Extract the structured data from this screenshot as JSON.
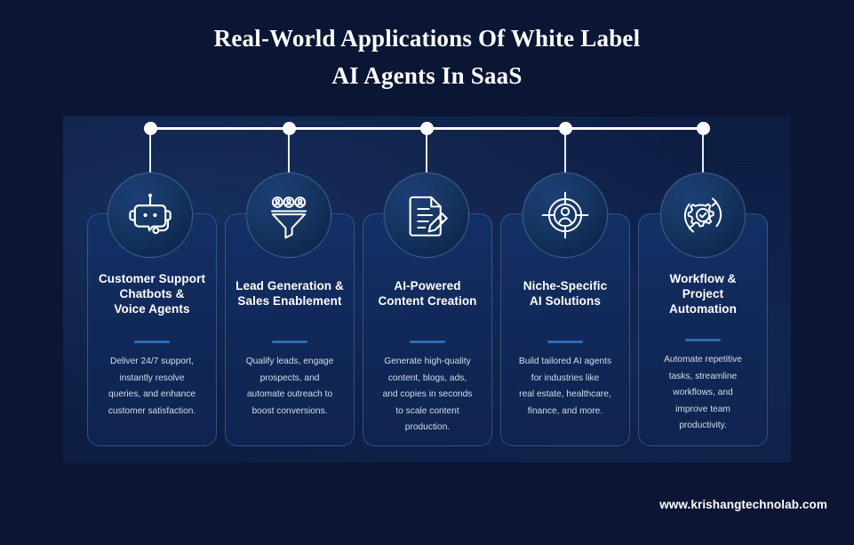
{
  "title": {
    "line1": "Real-World Applications Of White Label",
    "line2": "AI Agents In SaaS"
  },
  "footer": {
    "url": "www.krishangtechnolab.com"
  },
  "colors": {
    "background": "#0a1633",
    "panel": "#0d1d42",
    "card": "#11295a",
    "accent": "#2e6cb5",
    "timeline": "#ffffff",
    "title_text": "#ffffff",
    "body_text": "#d5ddea"
  },
  "timeline": {
    "node_count": 5,
    "node_color": "#ffffff"
  },
  "cards": [
    {
      "icon": "chatbot-headset-icon",
      "title": "Customer Support\nChatbots &\nVoice Agents",
      "title_lines": [
        "Customer Support",
        "Chatbots &",
        "Voice Agents"
      ],
      "body": "Deliver 24/7 support, instantly resolve queries, and enhance customer satisfaction.",
      "body_lines": [
        "Deliver 24/7 support,",
        "instantly resolve",
        "queries, and enhance",
        "customer satisfaction."
      ]
    },
    {
      "icon": "lead-funnel-icon",
      "title": "Lead Generation &\nSales Enablement",
      "title_lines": [
        "Lead Generation &",
        "Sales Enablement"
      ],
      "body": "Qualify leads, engage prospects, and automate outreach to boost conversions.",
      "body_lines": [
        "Qualify leads, engage",
        "prospects, and",
        "automate outreach to",
        "boost conversions."
      ]
    },
    {
      "icon": "document-pencil-icon",
      "title": "AI-Powered\nContent Creation",
      "title_lines": [
        "AI-Powered",
        "Content Creation"
      ],
      "body": "Generate high-quality content, blogs, ads, and copies in seconds to scale content production.",
      "body_lines": [
        "Generate high-quality",
        "content, blogs, ads,",
        "and copies in seconds",
        "to scale content",
        "production."
      ]
    },
    {
      "icon": "target-person-icon",
      "title": "Niche-Specific\nAI Solutions",
      "title_lines": [
        "Niche-Specific",
        "AI Solutions"
      ],
      "body": "Build tailored AI agents for industries like real estate, healthcare, finance, and more.",
      "body_lines": [
        "Build tailored AI agents",
        "for industries like",
        "real estate, healthcare,",
        "finance, and more."
      ]
    },
    {
      "icon": "gear-check-refresh-icon",
      "title": "Workflow &\nProject\nAutomation",
      "title_lines": [
        "Workflow &",
        "Project",
        "Automation"
      ],
      "body": "Automate repetitive tasks, streamline workflows, and improve team productivity.",
      "body_lines": [
        "Automate repetitive",
        "tasks, streamline",
        "workflows, and",
        "improve team",
        "productivity."
      ]
    }
  ]
}
